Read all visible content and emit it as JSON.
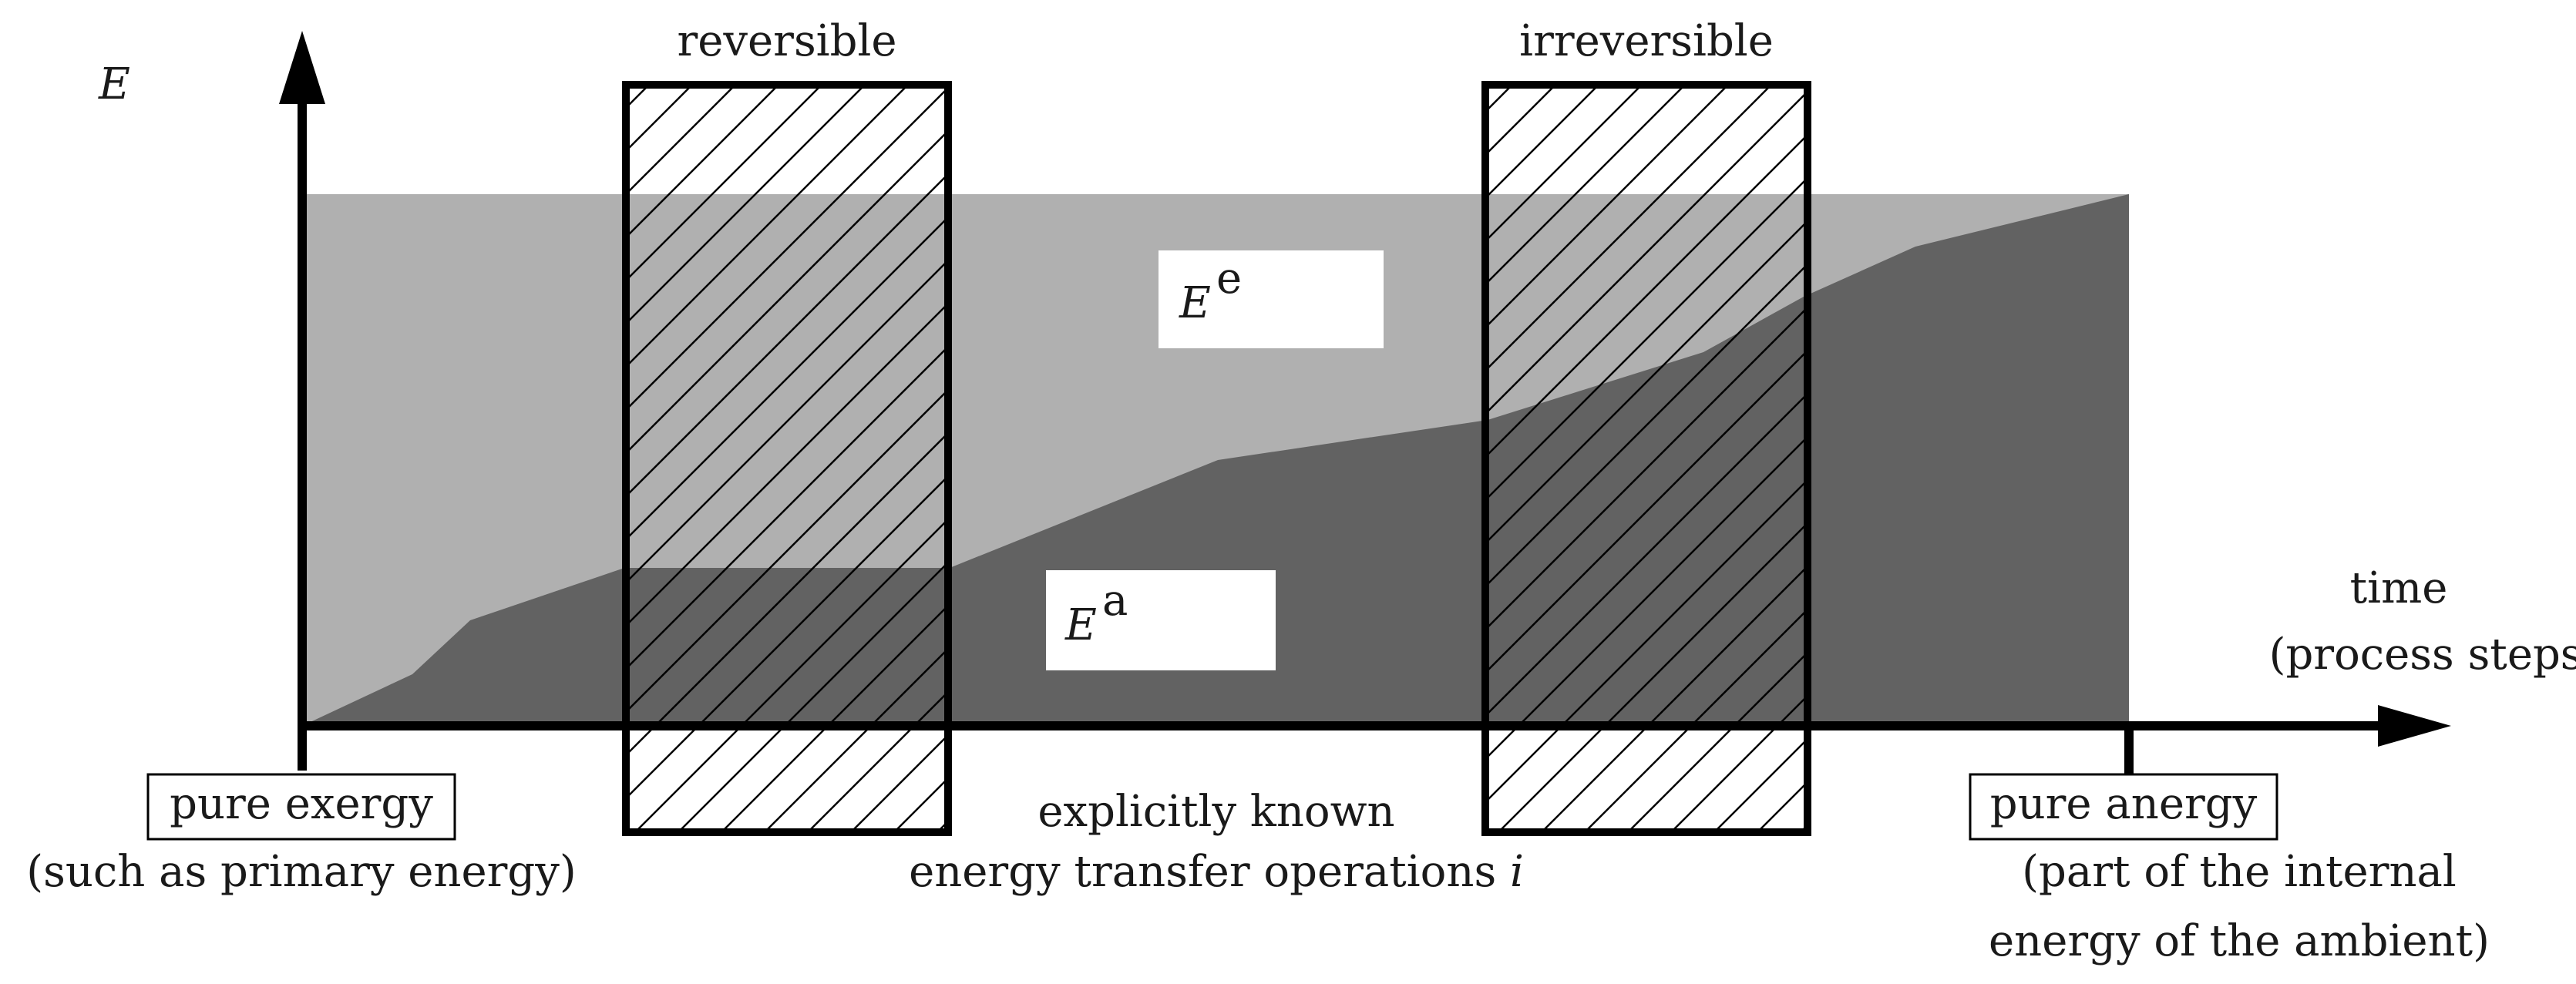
{
  "axes": {
    "y_label": "E",
    "x_label_line1": "time",
    "x_label_line2": "(process steps)"
  },
  "areas": {
    "exergy_label": {
      "base": "E",
      "sup": "e"
    },
    "anergy_label": {
      "base": "E",
      "sup": "a"
    }
  },
  "boxes": {
    "reversible_title": "reversible",
    "irreversible_title": "irreversible"
  },
  "start": {
    "box_text": "pure exergy",
    "note": "(such as primary energy)"
  },
  "end": {
    "box_text": "pure anergy",
    "note_line1": "(part of the internal",
    "note_line2": "energy of the ambient)"
  },
  "center": {
    "line1": "explicitly known",
    "line2_text": "energy transfer operations ",
    "line2_var": "i"
  },
  "colors": {
    "exergy_fill": "#b0b0b0",
    "anergy_fill": "#626262",
    "axis": "#000000"
  }
}
